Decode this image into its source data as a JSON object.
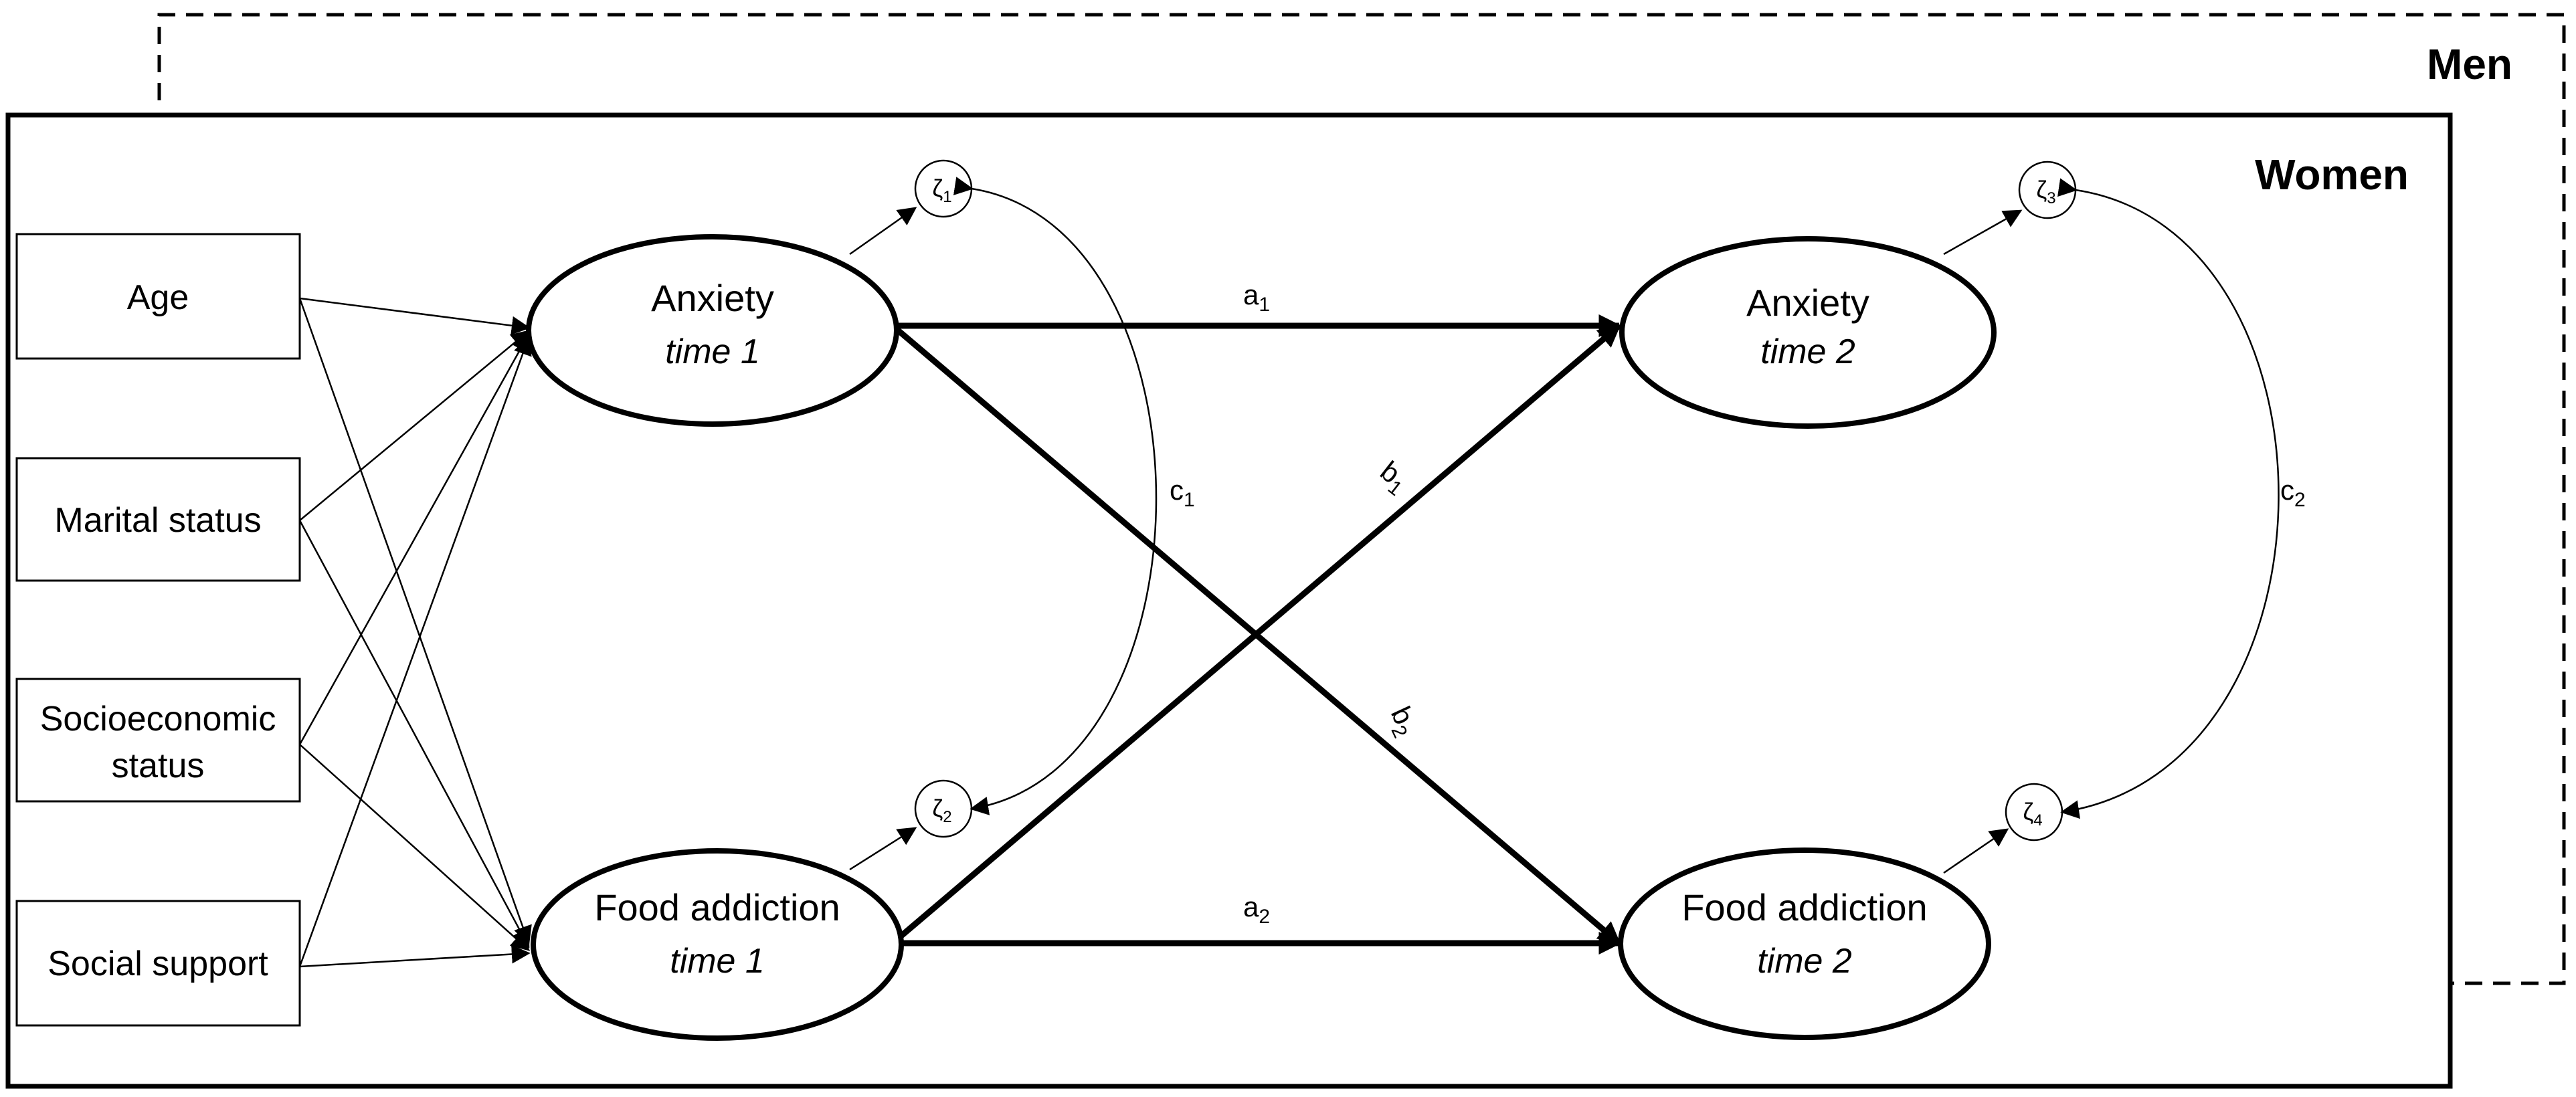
{
  "groups": {
    "outer": "Men",
    "inner": "Women"
  },
  "covariates": {
    "age": "Age",
    "marital": "Marital status",
    "ses_line1": "Socioeconomic",
    "ses_line2": "status",
    "social": "Social support"
  },
  "latents": {
    "anx1_title": "Anxiety",
    "anx1_sub": "time 1",
    "food1_title": "Food addiction",
    "food1_sub": "time 1",
    "anx2_title": "Anxiety",
    "anx2_sub": "time 2",
    "food2_title": "Food addiction",
    "food2_sub": "time 2"
  },
  "disturbances": {
    "z1": {
      "base": "ζ",
      "sub": "1"
    },
    "z2": {
      "base": "ζ",
      "sub": "2"
    },
    "z3": {
      "base": "ζ",
      "sub": "3"
    },
    "z4": {
      "base": "ζ",
      "sub": "4"
    }
  },
  "paths": {
    "a1": {
      "base": "a",
      "sub": "1"
    },
    "a2": {
      "base": "a",
      "sub": "2"
    },
    "b1": {
      "base": "b",
      "sub": "1"
    },
    "b2": {
      "base": "b",
      "sub": "2"
    },
    "c1": {
      "base": "c",
      "sub": "1"
    },
    "c2": {
      "base": "c",
      "sub": "2"
    }
  }
}
